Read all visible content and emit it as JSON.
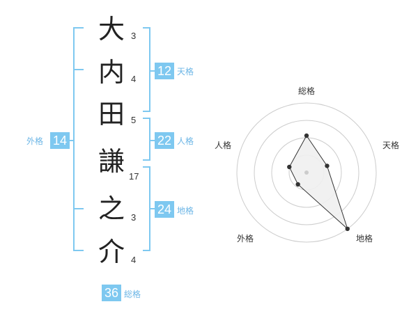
{
  "name": {
    "chars": [
      {
        "char": "大",
        "strokes": "3"
      },
      {
        "char": "内",
        "strokes": "4"
      },
      {
        "char": "田",
        "strokes": "5"
      },
      {
        "char": "謙",
        "strokes": "17"
      },
      {
        "char": "之",
        "strokes": "3"
      },
      {
        "char": "介",
        "strokes": "4"
      }
    ]
  },
  "fortunes": {
    "tenkaku": {
      "value": "12",
      "label": "天格"
    },
    "jinkaku": {
      "value": "22",
      "label": "人格"
    },
    "chikaku": {
      "value": "24",
      "label": "地格"
    },
    "gaikaku": {
      "value": "14",
      "label": "外格"
    },
    "soukaku": {
      "value": "36",
      "label": "総格"
    }
  },
  "radar": {
    "labels": {
      "top": "総格",
      "right": "天格",
      "bottom_right": "地格",
      "bottom_left": "外格",
      "left": "人格"
    },
    "levels": 4,
    "values": {
      "総格": 0.53,
      "天格": 0.31,
      "地格": 1.0,
      "外格": 0.21,
      "人格": 0.26
    },
    "colors": {
      "grid": "#cccccc",
      "fill": "#efefef",
      "line": "#333333",
      "point": "#333333",
      "center": "#cccccc"
    }
  },
  "colors": {
    "accent": "#7ec8f0",
    "accent_text": "#6db6e6",
    "bracket": "#7ec8f0"
  }
}
